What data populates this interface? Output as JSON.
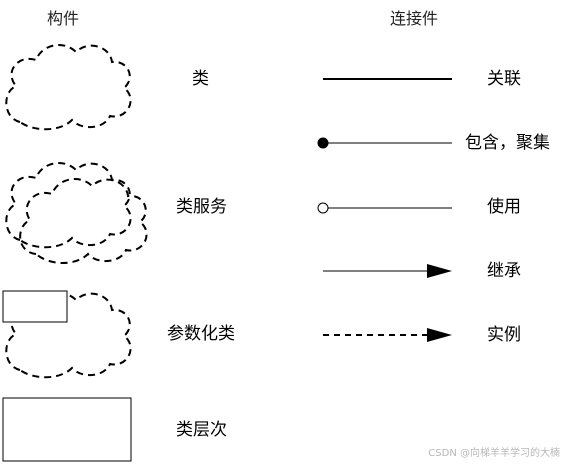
{
  "headers": {
    "components": "构件",
    "connectors": "连接件"
  },
  "components": [
    {
      "id": "class",
      "label": "类"
    },
    {
      "id": "class-utility",
      "label": "类服务"
    },
    {
      "id": "parameterized-class",
      "label": "参数化类"
    },
    {
      "id": "class-category",
      "label": "类层次"
    }
  ],
  "connectors": [
    {
      "id": "association",
      "label": "关联",
      "end": "none"
    },
    {
      "id": "aggregation",
      "label": "包含，聚集",
      "end": "filled-dot"
    },
    {
      "id": "using",
      "label": "使用",
      "end": "hollow-dot"
    },
    {
      "id": "inheritance",
      "label": "继承",
      "end": "arrow"
    },
    {
      "id": "instantiation",
      "label": "实例",
      "end": "dashed-arrow"
    }
  ],
  "watermark": "CSDN @向梯羊羊学习的大楠"
}
